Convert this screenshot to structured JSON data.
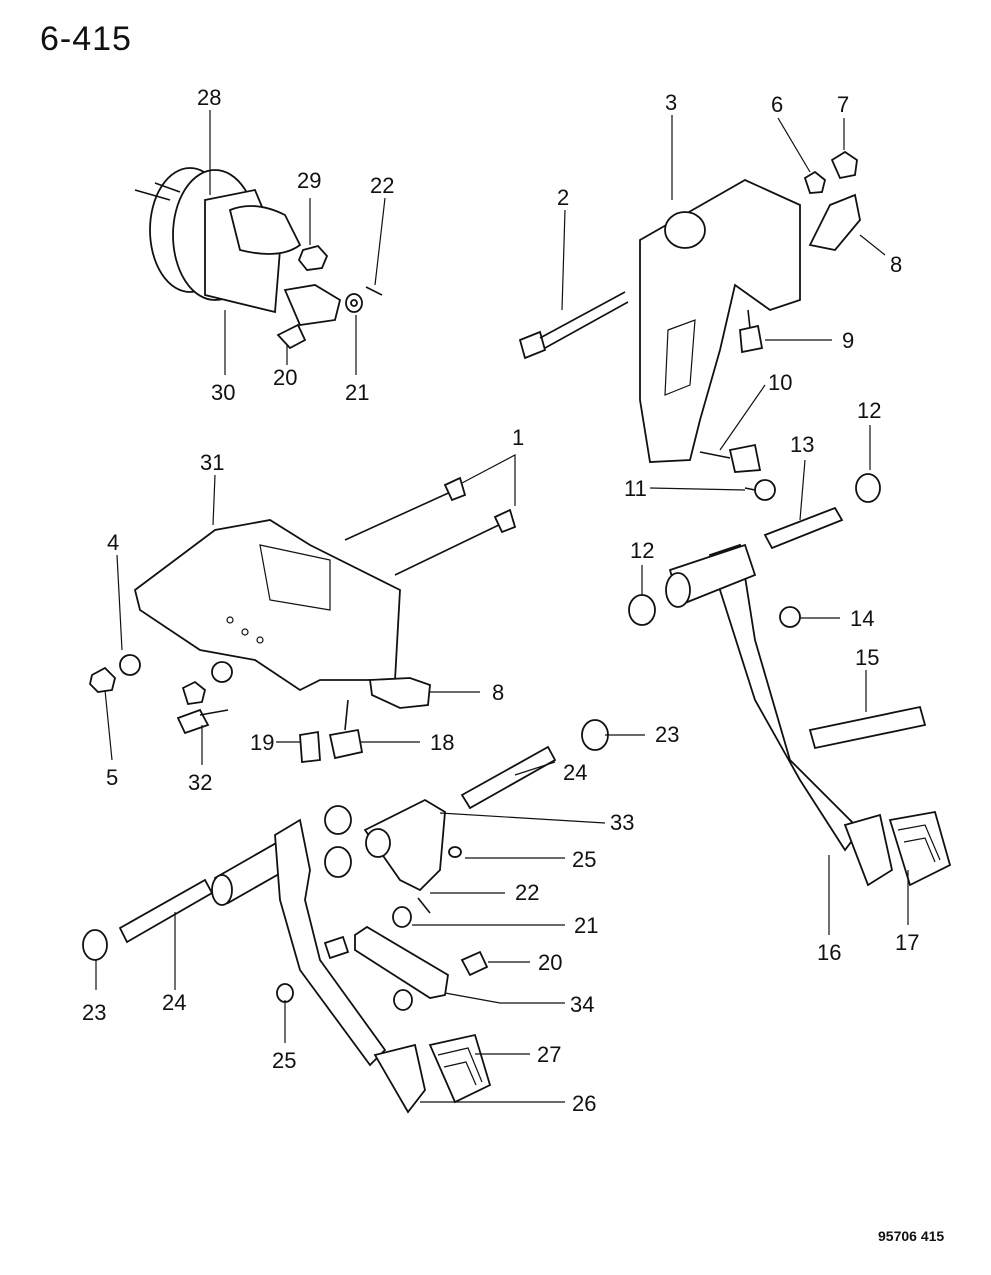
{
  "page": {
    "number": "6-415",
    "figure_code": "95706 415"
  },
  "diagram": {
    "subject": "Brake and clutch pedal assembly exploded view",
    "callouts": [
      {
        "id": "c1",
        "label": "1"
      },
      {
        "id": "c2",
        "label": "2"
      },
      {
        "id": "c3",
        "label": "3"
      },
      {
        "id": "c4",
        "label": "4"
      },
      {
        "id": "c5",
        "label": "5"
      },
      {
        "id": "c6",
        "label": "6"
      },
      {
        "id": "c7",
        "label": "7"
      },
      {
        "id": "c8a",
        "label": "8"
      },
      {
        "id": "c8b",
        "label": "8"
      },
      {
        "id": "c9",
        "label": "9"
      },
      {
        "id": "c10",
        "label": "10"
      },
      {
        "id": "c11",
        "label": "11"
      },
      {
        "id": "c12a",
        "label": "12"
      },
      {
        "id": "c12b",
        "label": "12"
      },
      {
        "id": "c13",
        "label": "13"
      },
      {
        "id": "c14",
        "label": "14"
      },
      {
        "id": "c15",
        "label": "15"
      },
      {
        "id": "c16",
        "label": "16"
      },
      {
        "id": "c17",
        "label": "17"
      },
      {
        "id": "c18",
        "label": "18"
      },
      {
        "id": "c19",
        "label": "19"
      },
      {
        "id": "c20a",
        "label": "20"
      },
      {
        "id": "c20b",
        "label": "20"
      },
      {
        "id": "c21a",
        "label": "21"
      },
      {
        "id": "c21b",
        "label": "21"
      },
      {
        "id": "c22a",
        "label": "22"
      },
      {
        "id": "c22b",
        "label": "22"
      },
      {
        "id": "c23a",
        "label": "23"
      },
      {
        "id": "c23b",
        "label": "23"
      },
      {
        "id": "c24a",
        "label": "24"
      },
      {
        "id": "c24b",
        "label": "24"
      },
      {
        "id": "c25a",
        "label": "25"
      },
      {
        "id": "c25b",
        "label": "25"
      },
      {
        "id": "c26",
        "label": "26"
      },
      {
        "id": "c27",
        "label": "27"
      },
      {
        "id": "c28",
        "label": "28"
      },
      {
        "id": "c29",
        "label": "29"
      },
      {
        "id": "c30",
        "label": "30"
      },
      {
        "id": "c31",
        "label": "31"
      },
      {
        "id": "c32",
        "label": "32"
      },
      {
        "id": "c33",
        "label": "33"
      },
      {
        "id": "c34",
        "label": "34"
      }
    ]
  }
}
